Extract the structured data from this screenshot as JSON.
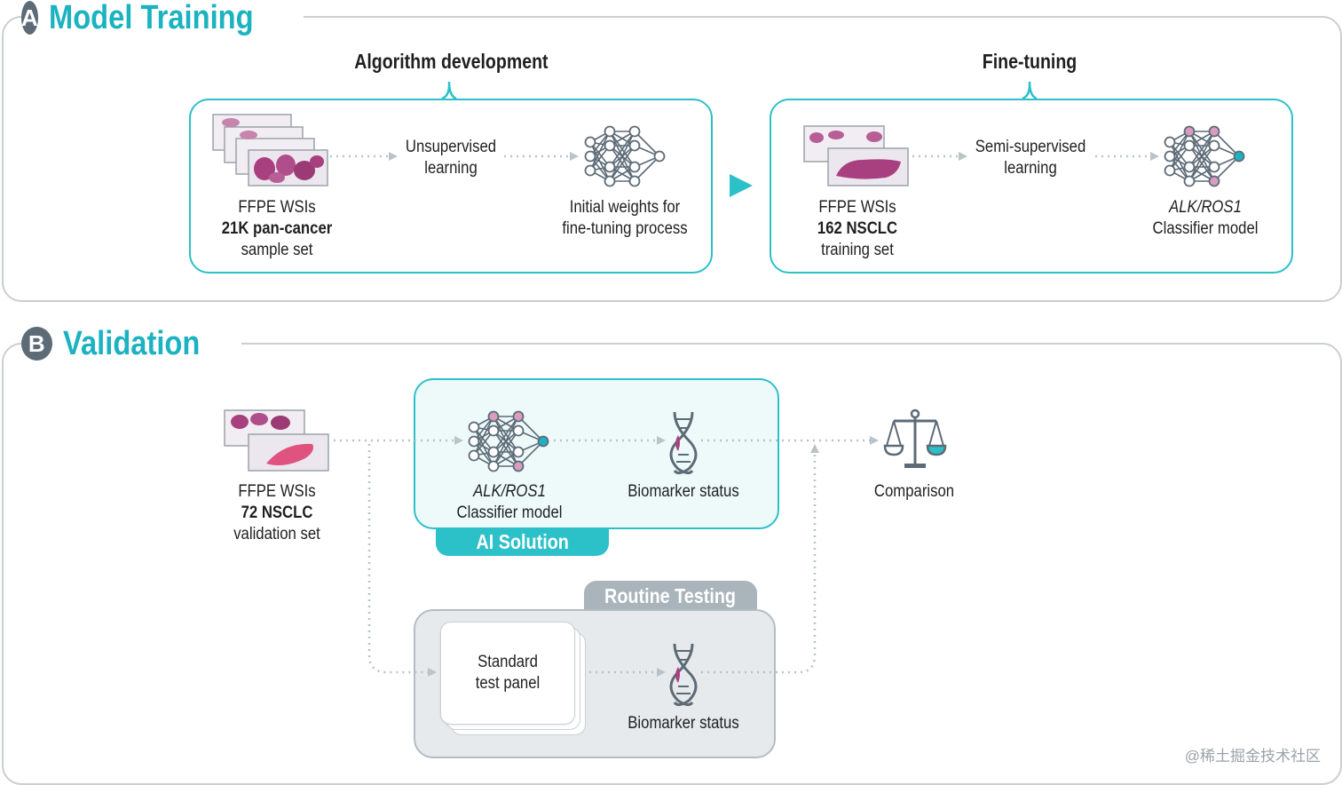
{
  "section_a": {
    "badge": "A",
    "title": "Model Training",
    "group_algorithm": {
      "title": "Algorithm development",
      "input_line1": "FFPE WSIs",
      "input_line2": "21K pan-cancer",
      "input_line3": "sample set",
      "process": [
        "Unsupervised",
        "learning"
      ],
      "output": [
        "Initial weights for",
        "fine-tuning process"
      ]
    },
    "group_finetune": {
      "title": "Fine-tuning",
      "input_line1": "FFPE WSIs",
      "input_line2": "162 NSCLC",
      "input_line3": "training set",
      "process": [
        "Semi-supervised",
        "learning"
      ],
      "output_line1": "ALK/ROS1",
      "output_line2": "Classifier model"
    }
  },
  "section_b": {
    "badge": "B",
    "title": "Validation",
    "input_line1": "FFPE WSIs",
    "input_line2": "72 NSCLC",
    "input_line3": "validation set",
    "ai_solution": {
      "tab": "AI Solution",
      "model_line1": "ALK/ROS1",
      "model_line2": "Classifier model",
      "result": "Biomarker status"
    },
    "routine_testing": {
      "tab": "Routine Testing",
      "panel": [
        "Standard",
        "test panel"
      ],
      "result": "Biomarker status"
    },
    "comparison": "Comparison"
  },
  "watermark": "@稀土掘金技术社区",
  "colors": {
    "accent": "#1bb2c1",
    "box_border": "#2cc0c9",
    "frame": "#c9cfd3",
    "badge": "#5d6b77",
    "routine": "#a9b4bb",
    "stain": "#a8407f",
    "node_pink": "#d99cbf",
    "arrow": "#b9c3c8"
  },
  "icons": [
    "slide-stack-icon",
    "neural-network-icon",
    "dna-icon",
    "balance-scale-icon",
    "play-triangle-icon"
  ]
}
